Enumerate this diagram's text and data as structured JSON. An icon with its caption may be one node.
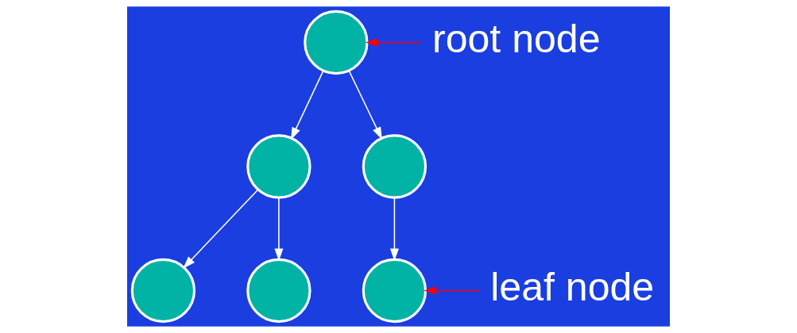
{
  "diagram": {
    "nodes": [
      {
        "text": [],
        "shape": "circle"
      },
      {
        "text": [
          "root node"
        ]
      },
      {
        "text": [],
        "shape": "circle"
      },
      {
        "text": [],
        "shape": "circle"
      },
      {
        "text": [],
        "shape": "circle"
      },
      {
        "text": [],
        "shape": "circle"
      },
      {
        "text": [],
        "shape": "circle"
      },
      {
        "text": [
          "leaf node"
        ]
      }
    ],
    "edges": [
      {
        "from": 0,
        "to": 2,
        "arrow": "to"
      },
      {
        "from": 0,
        "to": 3,
        "arrow": "to"
      },
      {
        "from": 2,
        "to": 4,
        "arrow": "to"
      },
      {
        "from": 2,
        "to": 5,
        "arrow": "to"
      },
      {
        "from": 3,
        "to": 6,
        "arrow": "to"
      },
      {
        "from": 1,
        "to": 0,
        "arrow": "to",
        "color": "#ff0000"
      },
      {
        "from": 7,
        "to": 6,
        "arrow": "to",
        "color": "#ff0000"
      }
    ]
  }
}
